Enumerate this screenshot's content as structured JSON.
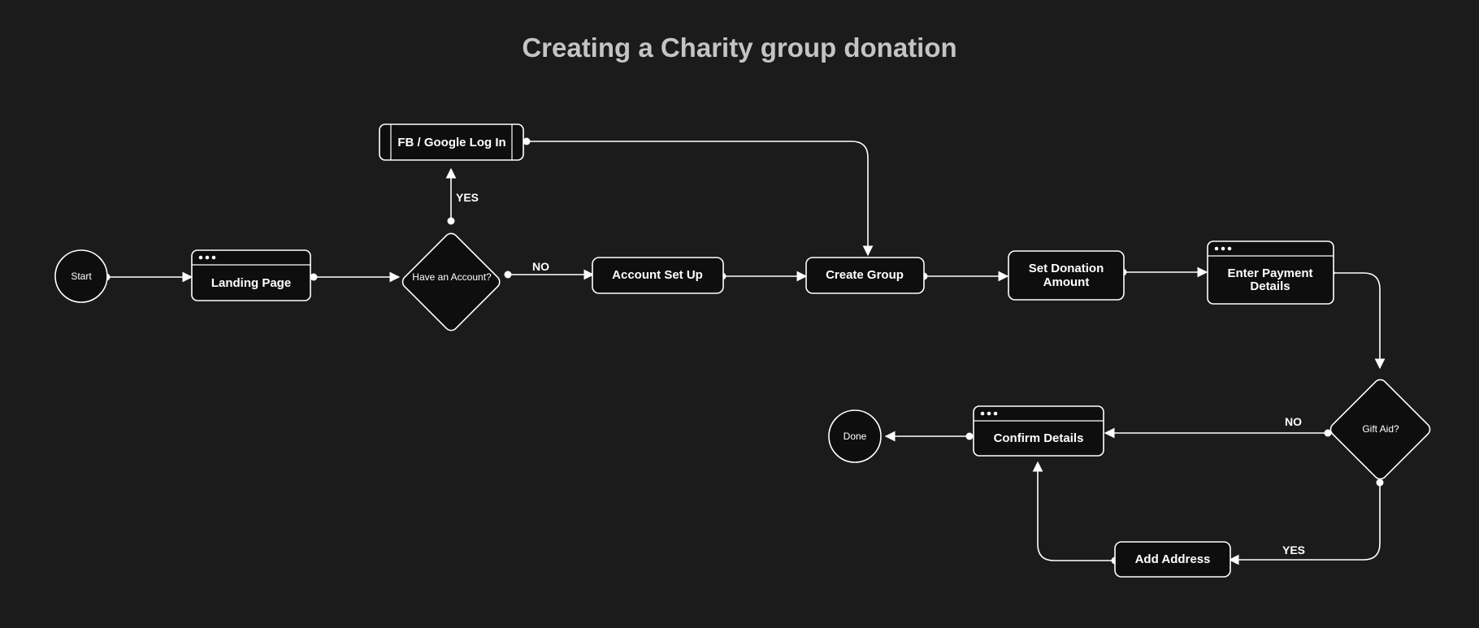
{
  "title": "Creating a Charity group donation",
  "colors": {
    "background": "#1b1b1b",
    "node_fill": "#0e0e0e",
    "stroke": "#ffffff",
    "title": "#c4c4c4"
  },
  "nodes": {
    "start": "Start",
    "landing": "Landing Page",
    "have_account": "Have an Account?",
    "fb_login": "FB / Google Log In",
    "account_setup": "Account Set Up",
    "create_group": "Create Group",
    "set_donation": [
      "Set Donation",
      "Amount"
    ],
    "payment": [
      "Enter Payment",
      "Details"
    ],
    "gift_aid": "Gift Aid?",
    "confirm": "Confirm Details",
    "add_address": "Add Address",
    "done": "Done"
  },
  "edge_labels": {
    "account_yes": "YES",
    "account_no": "NO",
    "giftaid_no": "NO",
    "giftaid_yes": "YES"
  }
}
